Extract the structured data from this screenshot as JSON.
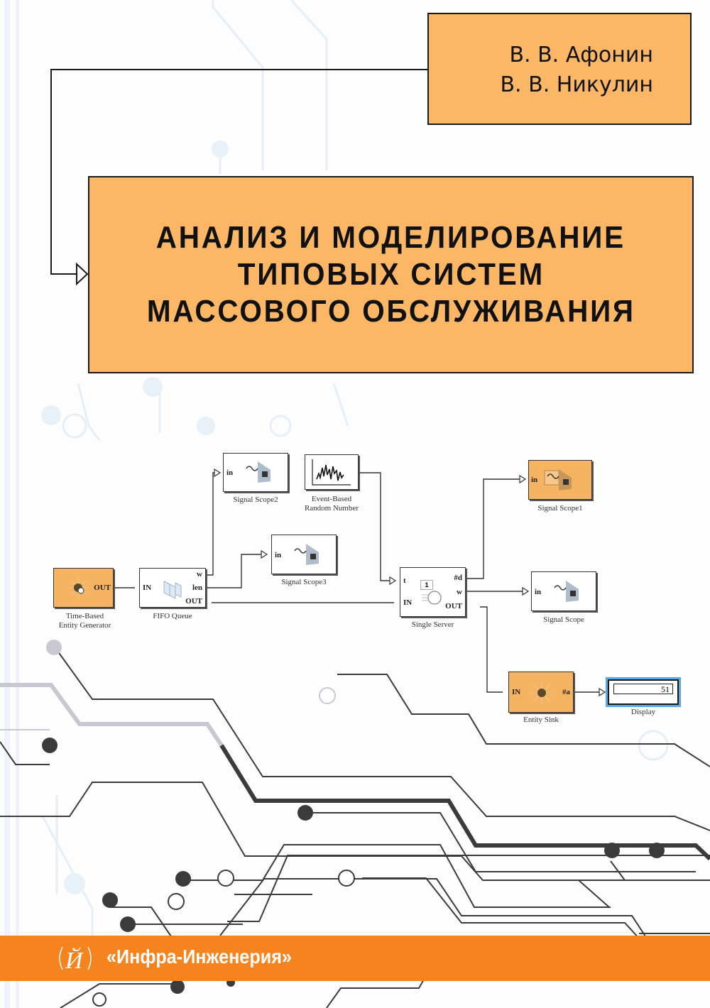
{
  "cover": {
    "authors": [
      "В. В. Афонин",
      "В. В. Никулин"
    ],
    "title_lines": [
      "АНАЛИЗ И МОДЕЛИРОВАНИЕ",
      "ТИПОВЫХ СИСТЕМ",
      "МАССОВОГО ОБСЛУЖИВАНИЯ"
    ],
    "publisher": "«Инфра-Инженерия»",
    "publisher_logo_icon": "ii-monogram-icon"
  },
  "colors": {
    "box_fill": "#fbb766",
    "block_orange": "#f6b462",
    "publisher_band": "#f5841f",
    "circuit_lines": "#3a3a3a",
    "display_highlight": "#5aa7e6"
  },
  "diagram": {
    "blocks": {
      "generator": {
        "label_1": "Time-Based",
        "label_2": "Entity Generator",
        "port_out": "OUT"
      },
      "fifo": {
        "label": "FIFO Queue",
        "port_in": "IN",
        "port_w": "w",
        "port_len": "len",
        "port_out": "OUT"
      },
      "scope2": {
        "label": "Signal Scope2",
        "port_in": "in"
      },
      "scope3": {
        "label": "Signal Scope3",
        "port_in": "in"
      },
      "random": {
        "label_1": "Event-Based",
        "label_2": "Random Number"
      },
      "server": {
        "label": "Single Server",
        "port_t": "t",
        "port_in": "IN",
        "port_d": "#d",
        "port_w": "w",
        "port_out": "OUT",
        "capacity": "1"
      },
      "scope1": {
        "label": "Signal Scope1",
        "port_in": "in"
      },
      "scope": {
        "label": "Signal Scope",
        "port_in": "in"
      },
      "sink": {
        "label": "Entity Sink",
        "port_in": "IN",
        "port_a": "#a"
      },
      "display": {
        "label": "Display",
        "value": "51"
      }
    }
  }
}
